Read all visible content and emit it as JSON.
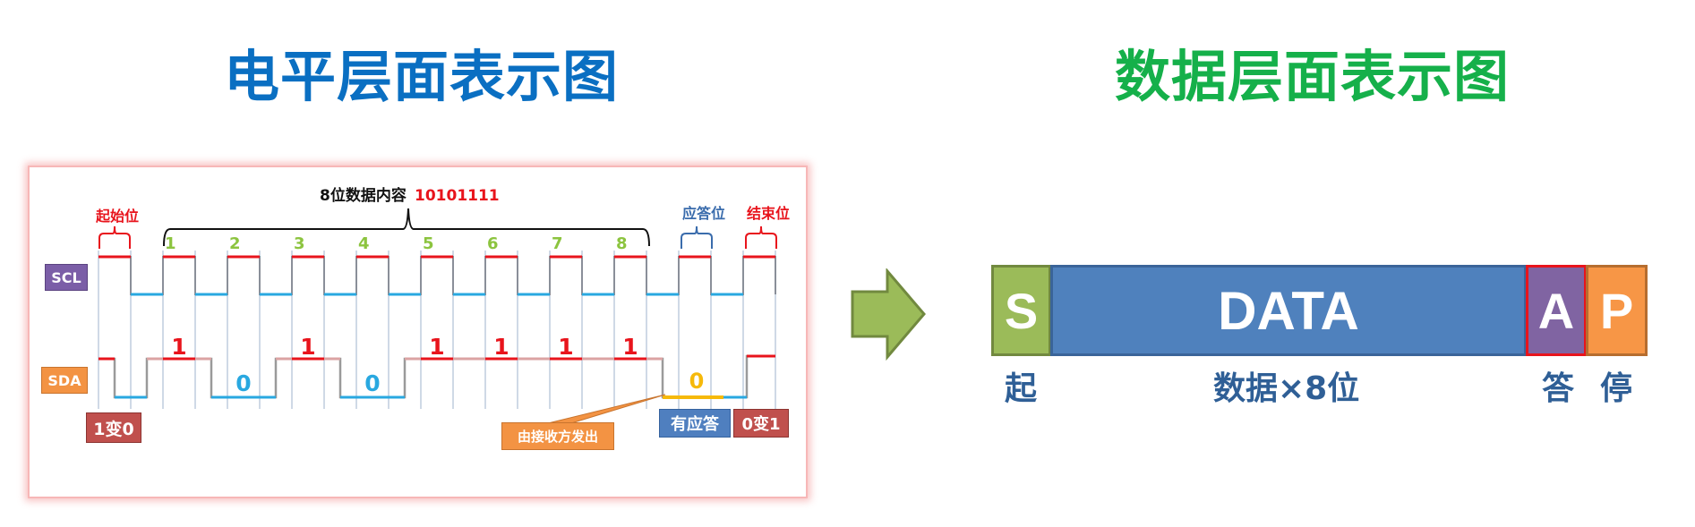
{
  "titles": {
    "left": "电平层面表示图",
    "right": "数据层面表示图"
  },
  "colors": {
    "title_left": "#0a6fc2",
    "title_right": "#15b04a",
    "scl_badge": "#7b5ea7",
    "sda_badge": "#f39343",
    "high_line": "#e8141c",
    "low_line": "#29a8e0",
    "ack_line": "#f6b90a",
    "bit_number": "#8cc43f",
    "ack_badge": "#4f7fbf",
    "transition_badge": "#c0504d",
    "start_block": "#9bbb59",
    "data_block": "#4f81bd",
    "ack_block": "#8064a2",
    "stop_block": "#f79646",
    "arrow": "#9bbb59"
  },
  "level_diagram": {
    "signals": {
      "scl": "SCL",
      "sda": "SDA"
    },
    "data_header_prefix": "8位数据内容",
    "data_header_value": "10101111",
    "start_label": "起始位",
    "ack_label": "应答位",
    "stop_label": "结束位",
    "bit_numbers": [
      "1",
      "2",
      "3",
      "4",
      "5",
      "6",
      "7",
      "8"
    ],
    "bit_values": [
      "1",
      "0",
      "1",
      "0",
      "1",
      "1",
      "1",
      "1"
    ],
    "ack_value": "0",
    "start_transition": "1变0",
    "ack_badge": "有应答",
    "stop_transition": "0变1",
    "callout": "由接收方发出"
  },
  "frame_diagram": {
    "segments": [
      {
        "id": "start",
        "letter": "S",
        "caption": "起"
      },
      {
        "id": "data",
        "letter": "DATA",
        "caption": "数据×8位"
      },
      {
        "id": "ack",
        "letter": "A",
        "caption": "答"
      },
      {
        "id": "stop",
        "letter": "P",
        "caption": "停"
      }
    ]
  }
}
